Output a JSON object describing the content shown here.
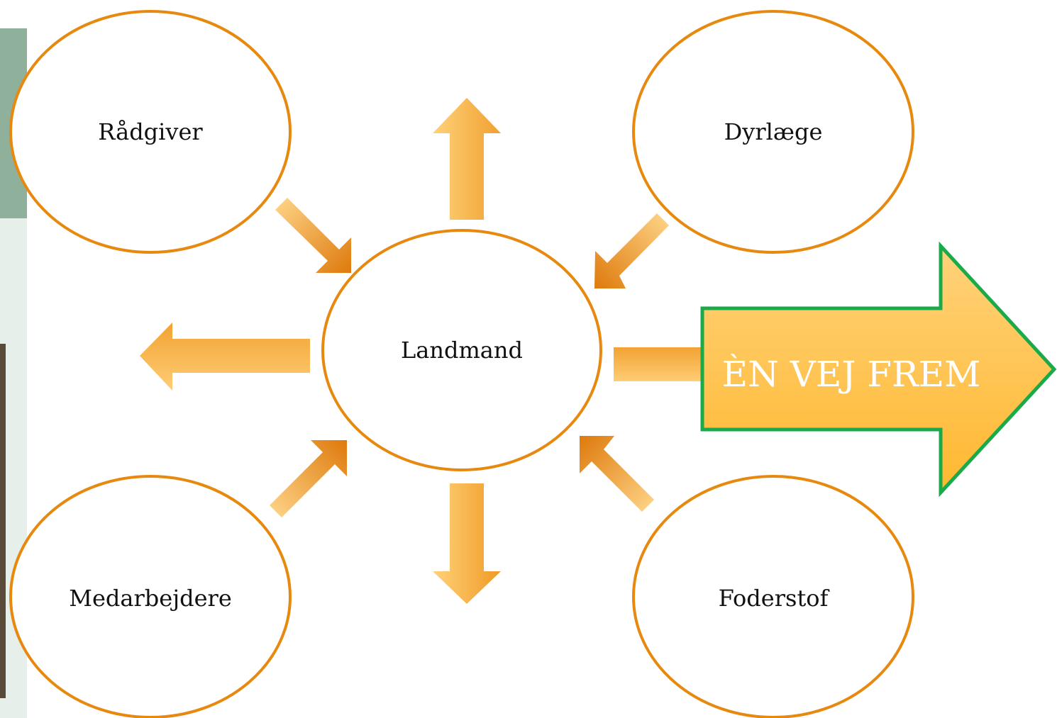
{
  "diagram": {
    "nodes": {
      "center": "Landmand",
      "top_left": "Rådgiver",
      "top_right": "Dyrlæge",
      "bottom_left": "Medarbejdere",
      "bottom_right": "Foderstof"
    },
    "callout": "ÈN VEJ FREM"
  },
  "colors": {
    "node_border": "#e8890f",
    "arrow_light": "#ffd27a",
    "arrow_dark": "#e07e10",
    "callout_fill": "#ffc24a",
    "callout_border": "#1aaa4a",
    "callout_text": "#ffffff",
    "sidebar_green": "#8fb09a",
    "sidebar_light": "#e6efea"
  }
}
